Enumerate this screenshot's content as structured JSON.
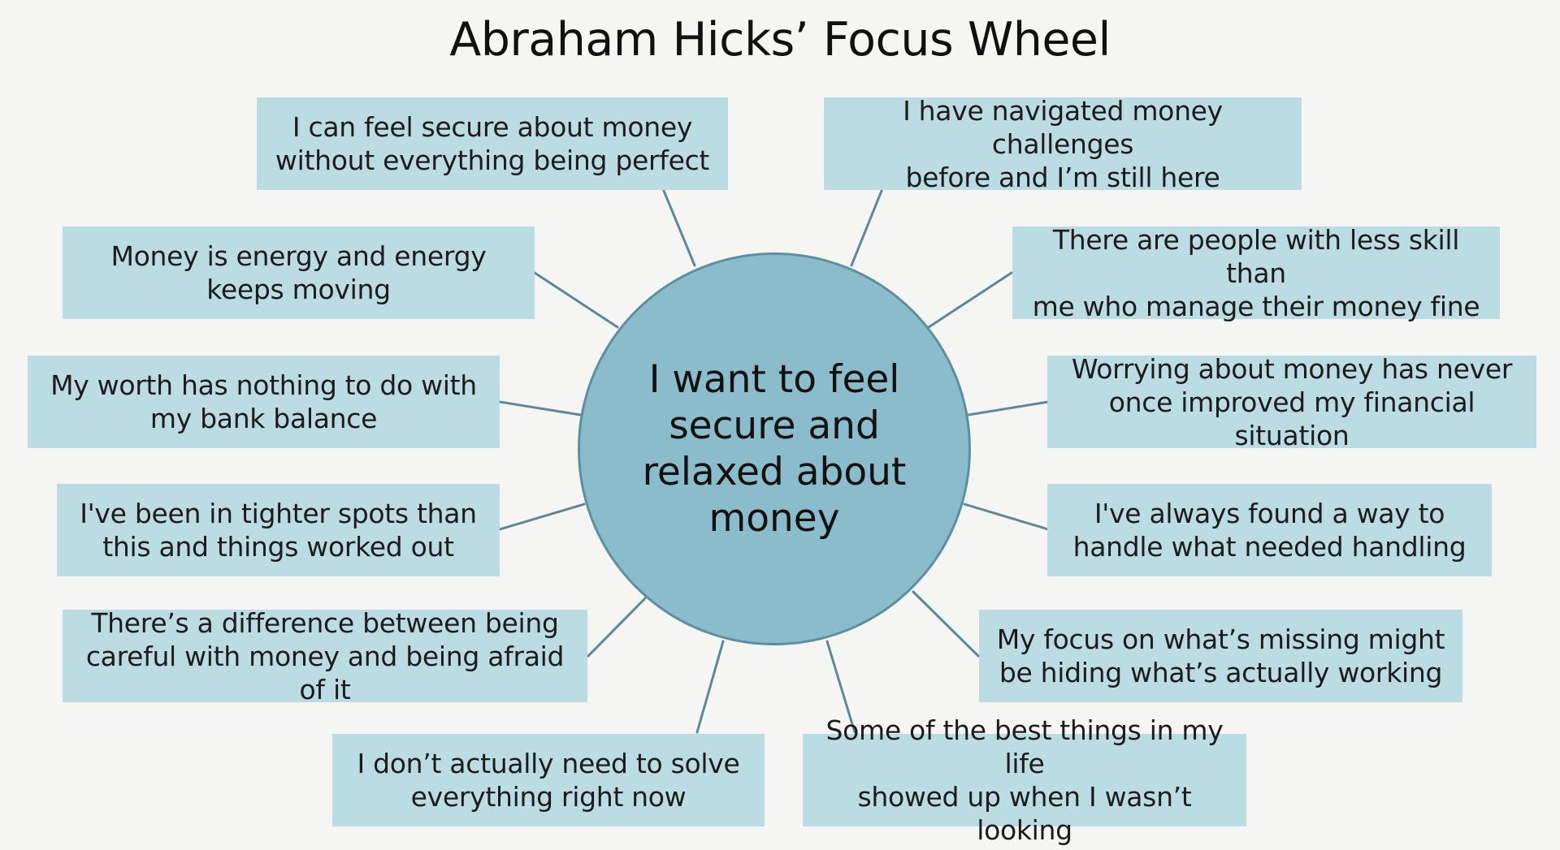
{
  "title": "Abraham Hicks’ Focus Wheel",
  "center": {
    "lines": [
      "I want to feel",
      "secure and",
      "relaxed about",
      "money"
    ]
  },
  "statements": [
    {
      "lines": [
        "I can feel secure about money",
        "without everything being perfect"
      ]
    },
    {
      "lines": [
        "I have navigated money challenges",
        "before and I’m still here"
      ]
    },
    {
      "lines": [
        "Money is energy and energy",
        "keeps moving"
      ]
    },
    {
      "lines": [
        "There are people with less skill than",
        "me who manage their money fine"
      ]
    },
    {
      "lines": [
        "My worth has nothing to do with",
        "my bank balance"
      ]
    },
    {
      "lines": [
        "Worrying about money has never",
        "once improved my financial situation"
      ]
    },
    {
      "lines": [
        "I've been in tighter spots than",
        "this and things worked out"
      ]
    },
    {
      "lines": [
        "I've always found a way to",
        "handle what needed handling"
      ]
    },
    {
      "lines": [
        "There’s a difference between being",
        "careful with money and being afraid of it"
      ]
    },
    {
      "lines": [
        "My focus on what’s missing might",
        "be hiding what’s actually working"
      ]
    },
    {
      "lines": [
        "I don’t actually need to solve",
        "everything right now"
      ]
    },
    {
      "lines": [
        "Some of the best things in my life",
        "showed up when I wasn’t looking"
      ]
    }
  ],
  "colors": {
    "background": "#f5f6f4",
    "hub_fill": "#8bbccb",
    "hub_border": "#5e8f9f",
    "box_fill": "#bcdce3",
    "connector": "#5f8795"
  }
}
